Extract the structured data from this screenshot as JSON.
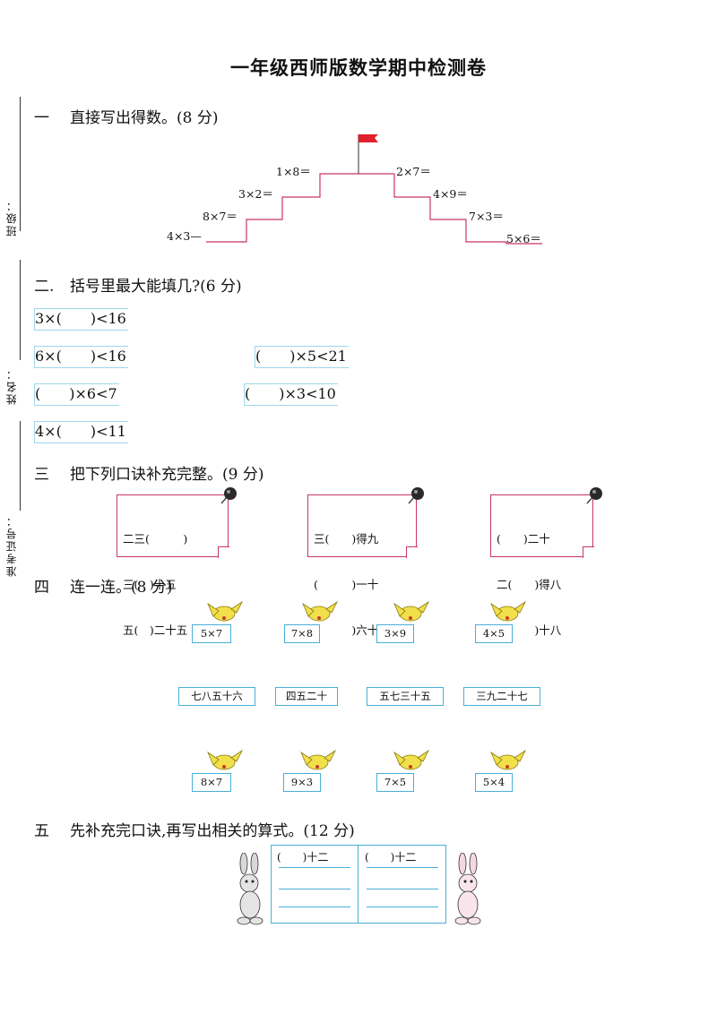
{
  "title": "一年级西师版数学期中检测卷",
  "margin": {
    "class_label": "班级：",
    "name_label": "姓名：",
    "id_label": "准考证号："
  },
  "sections": {
    "s1": {
      "num": "一",
      "text": "直接写出得数。(8 分)"
    },
    "s2": {
      "num": "二.",
      "text": "括号里最大能填几?(6 分)"
    },
    "s3": {
      "num": "三",
      "text": "把下列口诀补充完整。(9 分)"
    },
    "s4": {
      "num": "四",
      "text": "连一连。(8 分)"
    },
    "s5": {
      "num": "五",
      "text": "先补充完口诀,再写出相关的算式。(12 分)"
    }
  },
  "stairs": {
    "left": [
      "4×3—",
      "8×7＝",
      "3×2＝",
      "1×8＝"
    ],
    "right": [
      "2×7＝",
      "4×9＝",
      "7×3＝",
      "5×6＝"
    ],
    "flag_color": "#e0202a",
    "stair_color": "#c8356a"
  },
  "inequalities": [
    "3×(　　)<16",
    "6×(　　)<16",
    "(　　)×5<21",
    "(　　)×6<7",
    "(　　)×3<10",
    "4×(　　)<11"
  ],
  "notes": [
    {
      "lines": [
        "二三(　　　)",
        "三(　)十五",
        "五(　)二十五"
      ]
    },
    {
      "lines": [
        "三(　　)得九",
        "(　　　)一十",
        "(　　　)六十八"
      ]
    },
    {
      "lines": [
        "(　　)二十",
        "二(　　)得八",
        "三(　　)十八"
      ]
    }
  ],
  "match": {
    "top": [
      "5×7",
      "7×8",
      "3×9",
      "4×5"
    ],
    "middle": [
      "七八五十六",
      "四五二十",
      "五七三十五",
      "三九二十七"
    ],
    "bottom": [
      "8×7",
      "9×3",
      "7×5",
      "5×4"
    ]
  },
  "table": {
    "left_header": "(　　)十二",
    "right_header": "(　　)十二"
  }
}
